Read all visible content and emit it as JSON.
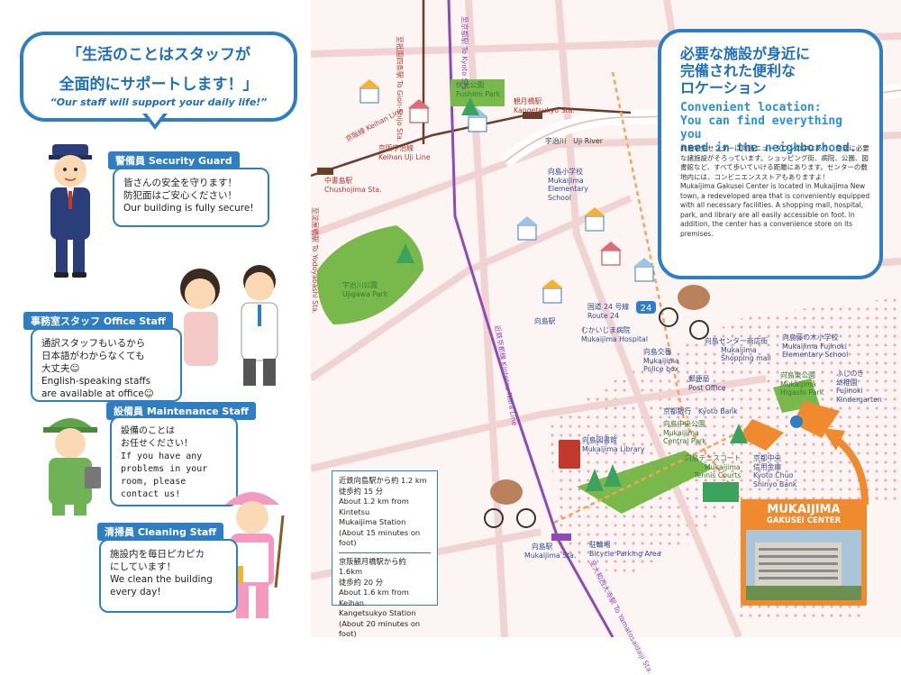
{
  "left": {
    "headline_jp_1": "「生活のことはスタッフが",
    "headline_jp_2": "全面的にサポートします！」",
    "headline_en": "“Our staff will support your daily life!”",
    "security": {
      "label": "警備員 Security Guard",
      "line1": "皆さんの安全を守ります！",
      "line2": "防犯面はご安心ください！",
      "line3": "Our building is fully secure!"
    },
    "office": {
      "label": "事務室スタッフ Office Staff",
      "line1": "通訳スタッフもいるから",
      "line2": "日本語がわからなくても",
      "line3": "大丈夫☺",
      "line4": "English-speaking staffs",
      "line5": "are available at office☺"
    },
    "maintenance": {
      "label": "設備員 Maintenance Staff",
      "line1": "設備のことは",
      "line2": "お任せください！",
      "line3": "If you have any",
      "line4": "problems in your",
      "line5": "room, please",
      "line6": "contact us!"
    },
    "cleaning": {
      "label": "清掃員 Cleaning Staff",
      "line1": "施設内を毎日ピカピカ",
      "line2": "にしています！",
      "line3": "We clean the building",
      "line4": "every day!"
    }
  },
  "info": {
    "title1": "必要な施設が身近に",
    "title2": "完備された便利な",
    "title3": "ロケーション",
    "sub1": "Convenient location:",
    "sub2": "You can find everything you",
    "sub3": "need in the neighborhood.",
    "body_jp": "向島学生センターは向島ニュータウンの中にあり、生活に必要な諸施設がそろっています。ショッピング街、病院、公園、図書館など、すべて歩いていける距離にあります。センターの敷地内には、コンビニエンスストアもありますよ！",
    "body_en": "Mukaijima Gakusei Center is located in Mukaijima New town, a redeveloped area that is conveniently equipped with all necessary facilities. A shopping mall, hospital, park, and library are all easily accessible on foot. In addition, the center has a convenience store on its premises."
  },
  "access": {
    "l1": "近鉄向島駅から約 1.2 km",
    "l2": "徒歩約 15 分",
    "l3": "About 1.2 km from Kintetsu",
    "l4": "Mukaijima Station",
    "l5": "(About 15 minutes on foot)",
    "l6": "京阪観月橋駅から約 1.6km",
    "l7": "徒歩約 20 分",
    "l8": "About 1.6 km from Keihan",
    "l9": "Kangetsukyo Station",
    "l10": "(About 20 minutes on foot)"
  },
  "gakusei": {
    "name1": "MUKAIJIMA",
    "name2": "GAKUSEI CENTER"
  },
  "map_labels": {
    "gion_jp": "至祇園四条駅",
    "gion_en": "To Gion-Shijo Sta.",
    "kyoto_jp": "至京都駅",
    "kyoto_en": "To Kyoto Sta.",
    "fushimi_park_jp": "伏見公園",
    "fushimi_park_en": "Fushimi Park",
    "kangetsukyo_jp": "観月橋駅",
    "kangetsukyo_en": "Kangetsukyo Sta.",
    "keihan_line_jp": "京阪線",
    "keihan_line_en": "Keihan Line",
    "uji_line_jp": "京阪宇治線",
    "uji_line_en": "Keihan Uji Line",
    "chushojima_jp": "中書島駅",
    "chushojima_en": "Chushojima Sta.",
    "uji_river": "宇治川　Uji River",
    "yodoyabashi_jp": "至淀屋橋駅",
    "yodoyabashi_en": "To Yodoyabashi Sta.",
    "elementary_jp": "向島小学校",
    "elementary_en1": "Mukaijima",
    "elementary_en2": "Elementary",
    "elementary_en3": "School",
    "ujigawa_jp": "宇治川公園",
    "ujigawa_en": "Ujigawa Park",
    "kintetsu_jp": "近鉄京都線",
    "kintetsu_en": "Kintetsu Nara Line",
    "route24_jp": "国道 24 号線",
    "route24_en": "Route 24",
    "route24_num": "24",
    "hospital_jp": "むかいじま病院",
    "hospital_en": "Mukaijima Hospital",
    "mukaijima_sta_jp": "向島駅",
    "police_jp": "向島交番",
    "police_en1": "Mukaijima",
    "police_en2": "Police box",
    "shopping_jp": "向島センター商店街",
    "shopping_en1": "Mukaijima",
    "shopping_en2": "Shopping mall",
    "fujinoki_es_jp": "向島藤の木小学校",
    "fujinoki_es_en1": "Mukaijima Fujinoki",
    "fujinoki_es_en2": "Elementary School",
    "post_jp": "郵便局",
    "post_en": "Post Office",
    "higashi_jp": "向島東公園",
    "higashi_en1": "Mukaijima",
    "higashi_en2": "Higashi Park",
    "kinder_jp1": "ふじのき",
    "kinder_jp2": "幼稚園",
    "kinder_en1": "Fujinoki",
    "kinder_en2": "Kindergarten",
    "kyotobank": "京都銀行　Kyoto Bank",
    "central_jp": "向島中央公園",
    "central_en1": "Mukaijima",
    "central_en2": "Central Park",
    "library_jp": "向島図書館",
    "library_en": "Mukaijima Library",
    "tennis_jp": "向島テニスコート",
    "tennis_en1": "Mukaijima",
    "tennis_en2": "Tennis Courts",
    "shinyo_jp": "京都中央",
    "shinyo_jp2": "信用金庫",
    "shinyo_en1": "Kyoto Chuo",
    "shinyo_en2": "Shinyo Bank",
    "mukaijima_sta_jp2": "向島駅",
    "mukaijima_sta_en": "Mukaijima Sta.",
    "parking_jp": "駐輪場",
    "parking_en": "Bicycle Parking Area",
    "yamato_jp": "至大和西大寺駅",
    "yamato_en": "To Yamatosaidaiji Sta."
  }
}
